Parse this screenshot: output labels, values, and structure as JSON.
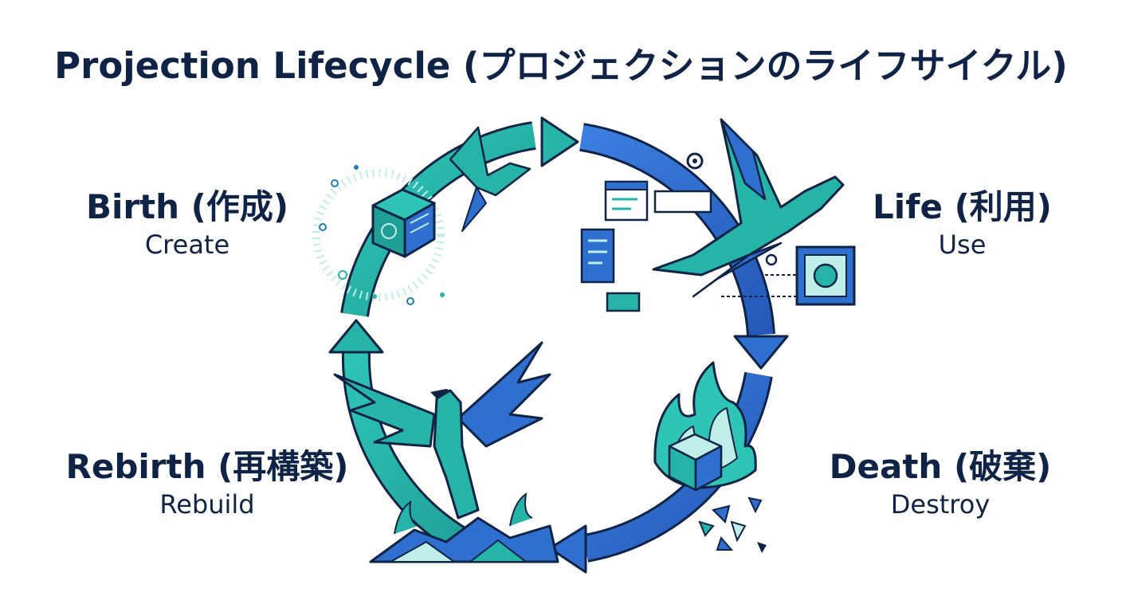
{
  "title": "Projection Lifecycle (プロジェクションのライフサイクル)",
  "stages": {
    "birth": {
      "label": "Birth (作成)",
      "sublabel": "Create"
    },
    "life": {
      "label": "Life (利用)",
      "sublabel": "Use"
    },
    "death": {
      "label": "Death (破棄)",
      "sublabel": "Destroy"
    },
    "rebirth": {
      "label": "Rebirth (再構築)",
      "sublabel": "Rebuild"
    }
  },
  "colors": {
    "teal": "#26b3a8",
    "blue": "#2e6fd0",
    "navy": "#0f2347",
    "light_teal": "#bfeee8"
  },
  "icons": {
    "birth": "spark-cube-icon",
    "life": "phoenix-flight-icon",
    "death": "burning-cube-icon",
    "rebirth": "rising-phoenix-icon"
  }
}
